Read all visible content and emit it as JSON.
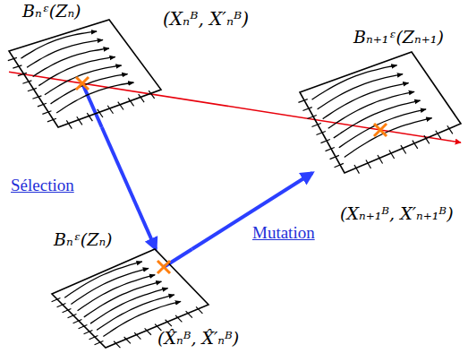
{
  "diagram": {
    "nodes": [
      {
        "text": [
          "Bₙᵋ(Zₙ)",
          "(Xₙᴮ, X′ₙᴮ)"
        ]
      },
      {
        "text": [
          "Bₙᵋ(Zₙ)",
          "(X̂ₙᴮ, X̂′ₙᴮ)"
        ]
      },
      {
        "text": [
          "Bₙ₊₁ᵋ(Zₙ₊₁)",
          "(Xₙ₊₁ᴮ, X′ₙ₊₁ᴮ)"
        ]
      }
    ],
    "edges": [
      {
        "from": 0,
        "to": 2,
        "arrow": "to"
      },
      {
        "from": 0,
        "to": 1,
        "label": "Sélection",
        "arrow": "to"
      },
      {
        "from": 1,
        "to": 2,
        "label": "Mutation",
        "arrow": "to"
      }
    ]
  }
}
